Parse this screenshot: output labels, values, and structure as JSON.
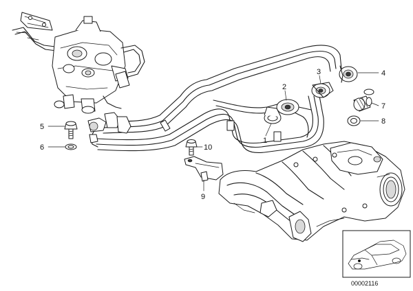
{
  "callouts": {
    "c1": "1",
    "c2": "2",
    "c3": "3",
    "c4": "4",
    "c5": "5",
    "c6": "6",
    "c7": "7",
    "c8": "8",
    "c9": "9",
    "c10": "10"
  },
  "reference_number": "00002116"
}
